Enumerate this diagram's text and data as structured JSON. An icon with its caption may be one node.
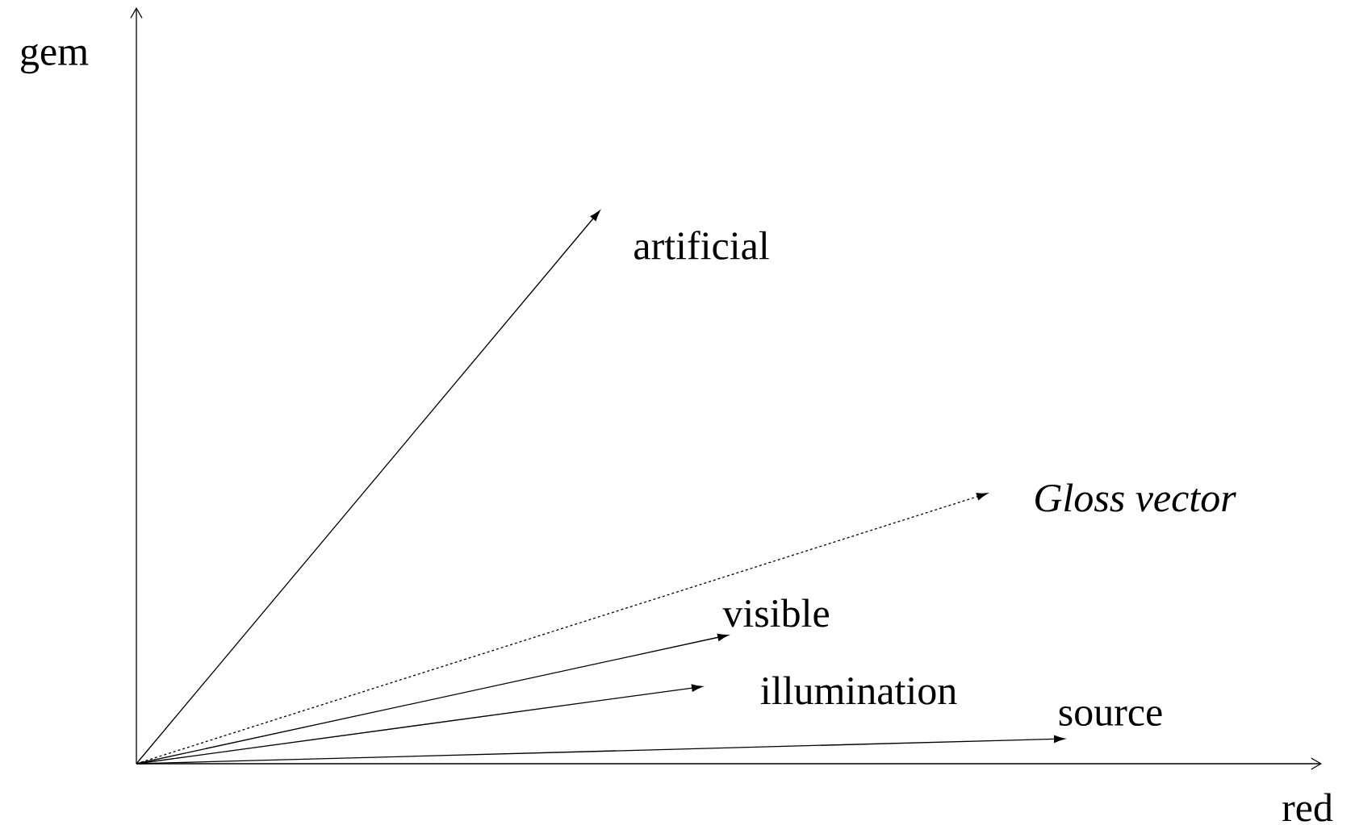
{
  "diagram": {
    "nodes": [
      {
        "text": [
          "artificial"
        ]
      },
      {
        "text": [
          "Gloss vector"
        ]
      },
      {
        "text": [
          "visible"
        ]
      },
      {
        "text": [
          "illumination"
        ]
      },
      {
        "text": [
          "source"
        ]
      }
    ],
    "edges": [
      {
        "from": null,
        "to": 0,
        "arrow": "to"
      },
      {
        "from": null,
        "to": 1,
        "arrow": "to",
        "style": "dashed"
      },
      {
        "from": null,
        "to": 2,
        "arrow": "to"
      },
      {
        "from": null,
        "to": 3,
        "arrow": "to"
      },
      {
        "from": null,
        "to": 4,
        "arrow": "to"
      }
    ],
    "labels": [
      "gem",
      "red"
    ]
  }
}
